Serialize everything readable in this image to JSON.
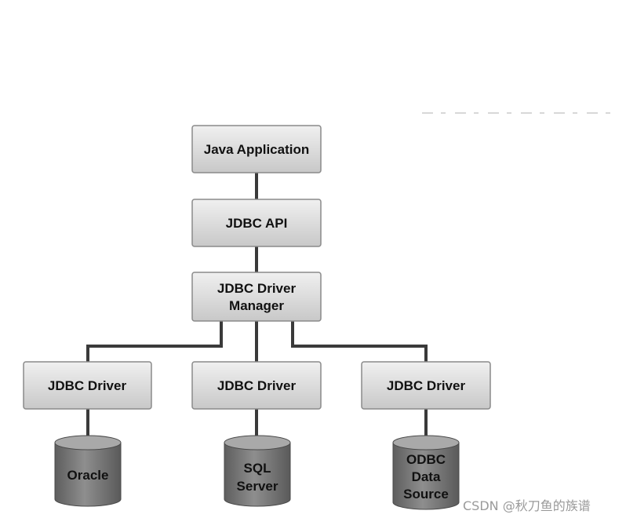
{
  "diagram": {
    "nodes": {
      "java_application": "Java Application",
      "jdbc_api": "JDBC API",
      "driver_manager": [
        "JDBC Driver",
        "Manager"
      ],
      "driver_1": "JDBC Driver",
      "driver_2": "JDBC Driver",
      "driver_3": "JDBC Driver"
    },
    "databases": {
      "oracle": [
        "Oracle"
      ],
      "sql_server": [
        "SQL",
        "Server"
      ],
      "odbc": [
        "ODBC",
        "Data",
        "Source"
      ]
    }
  },
  "watermark": "CSDN @秋刀鱼的族谱",
  "colors": {
    "box_fill_top": "#ececec",
    "box_fill_bottom": "#cdcdcd",
    "box_stroke": "#8a8a8a",
    "connector": "#3a3a3a",
    "cylinder_body": "#7a7a7a",
    "cylinder_top": "#a9a9a9"
  }
}
